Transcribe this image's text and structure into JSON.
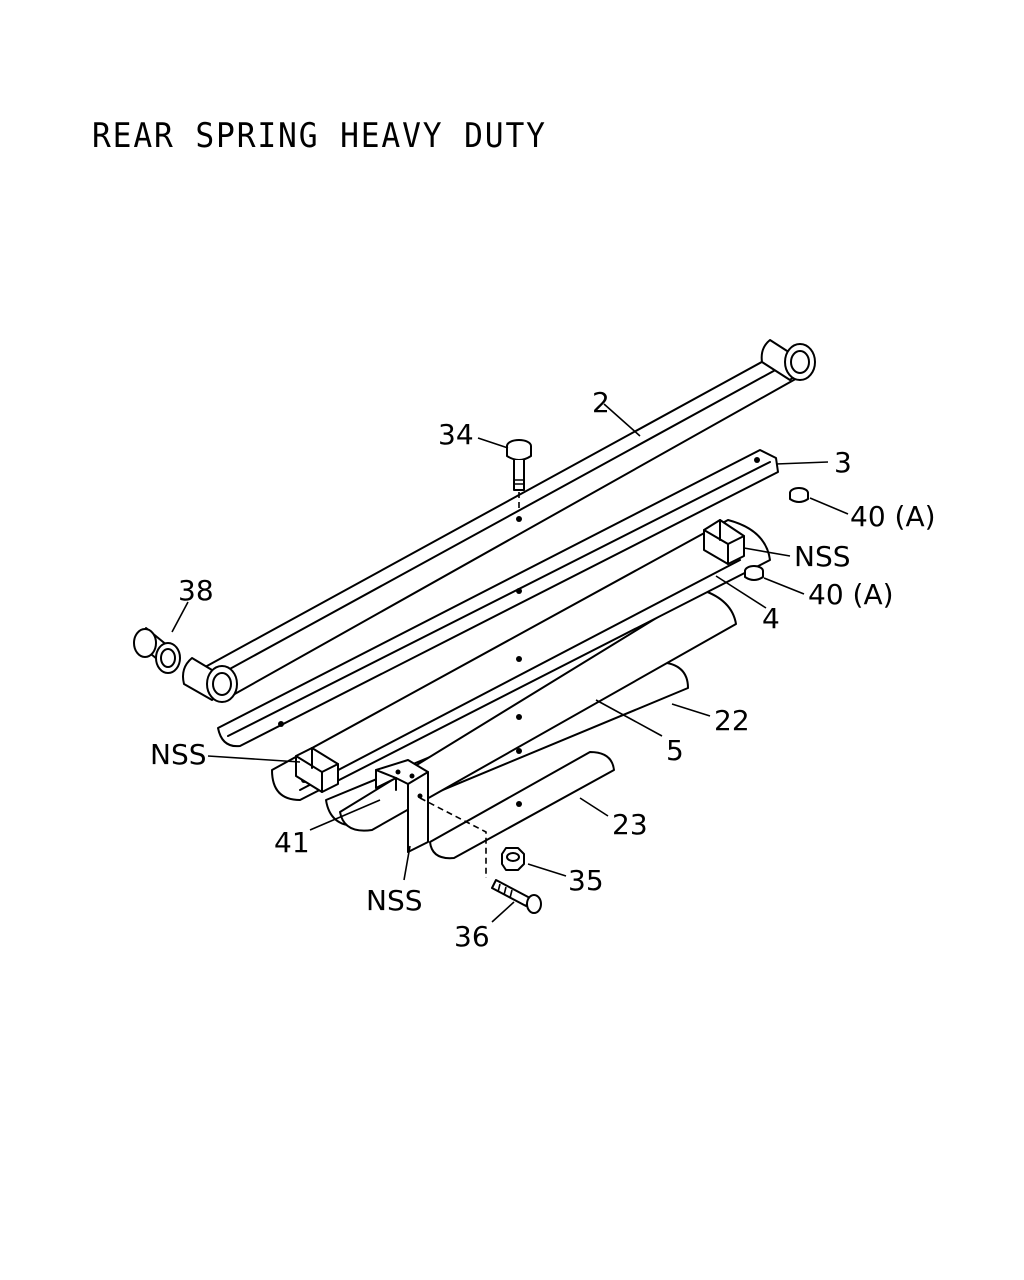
{
  "title": "REAR SPRING HEAVY DUTY",
  "callouts": {
    "c2": "2",
    "c3": "3",
    "c4": "4",
    "c5": "5",
    "c22": "22",
    "c23": "23",
    "c34": "34",
    "c35": "35",
    "c36": "36",
    "c38": "38",
    "c40a": "40 (A)",
    "c40b": "40 (A)",
    "c41": "41",
    "nss1": "NSS",
    "nss2": "NSS",
    "nss3": "NSS"
  }
}
